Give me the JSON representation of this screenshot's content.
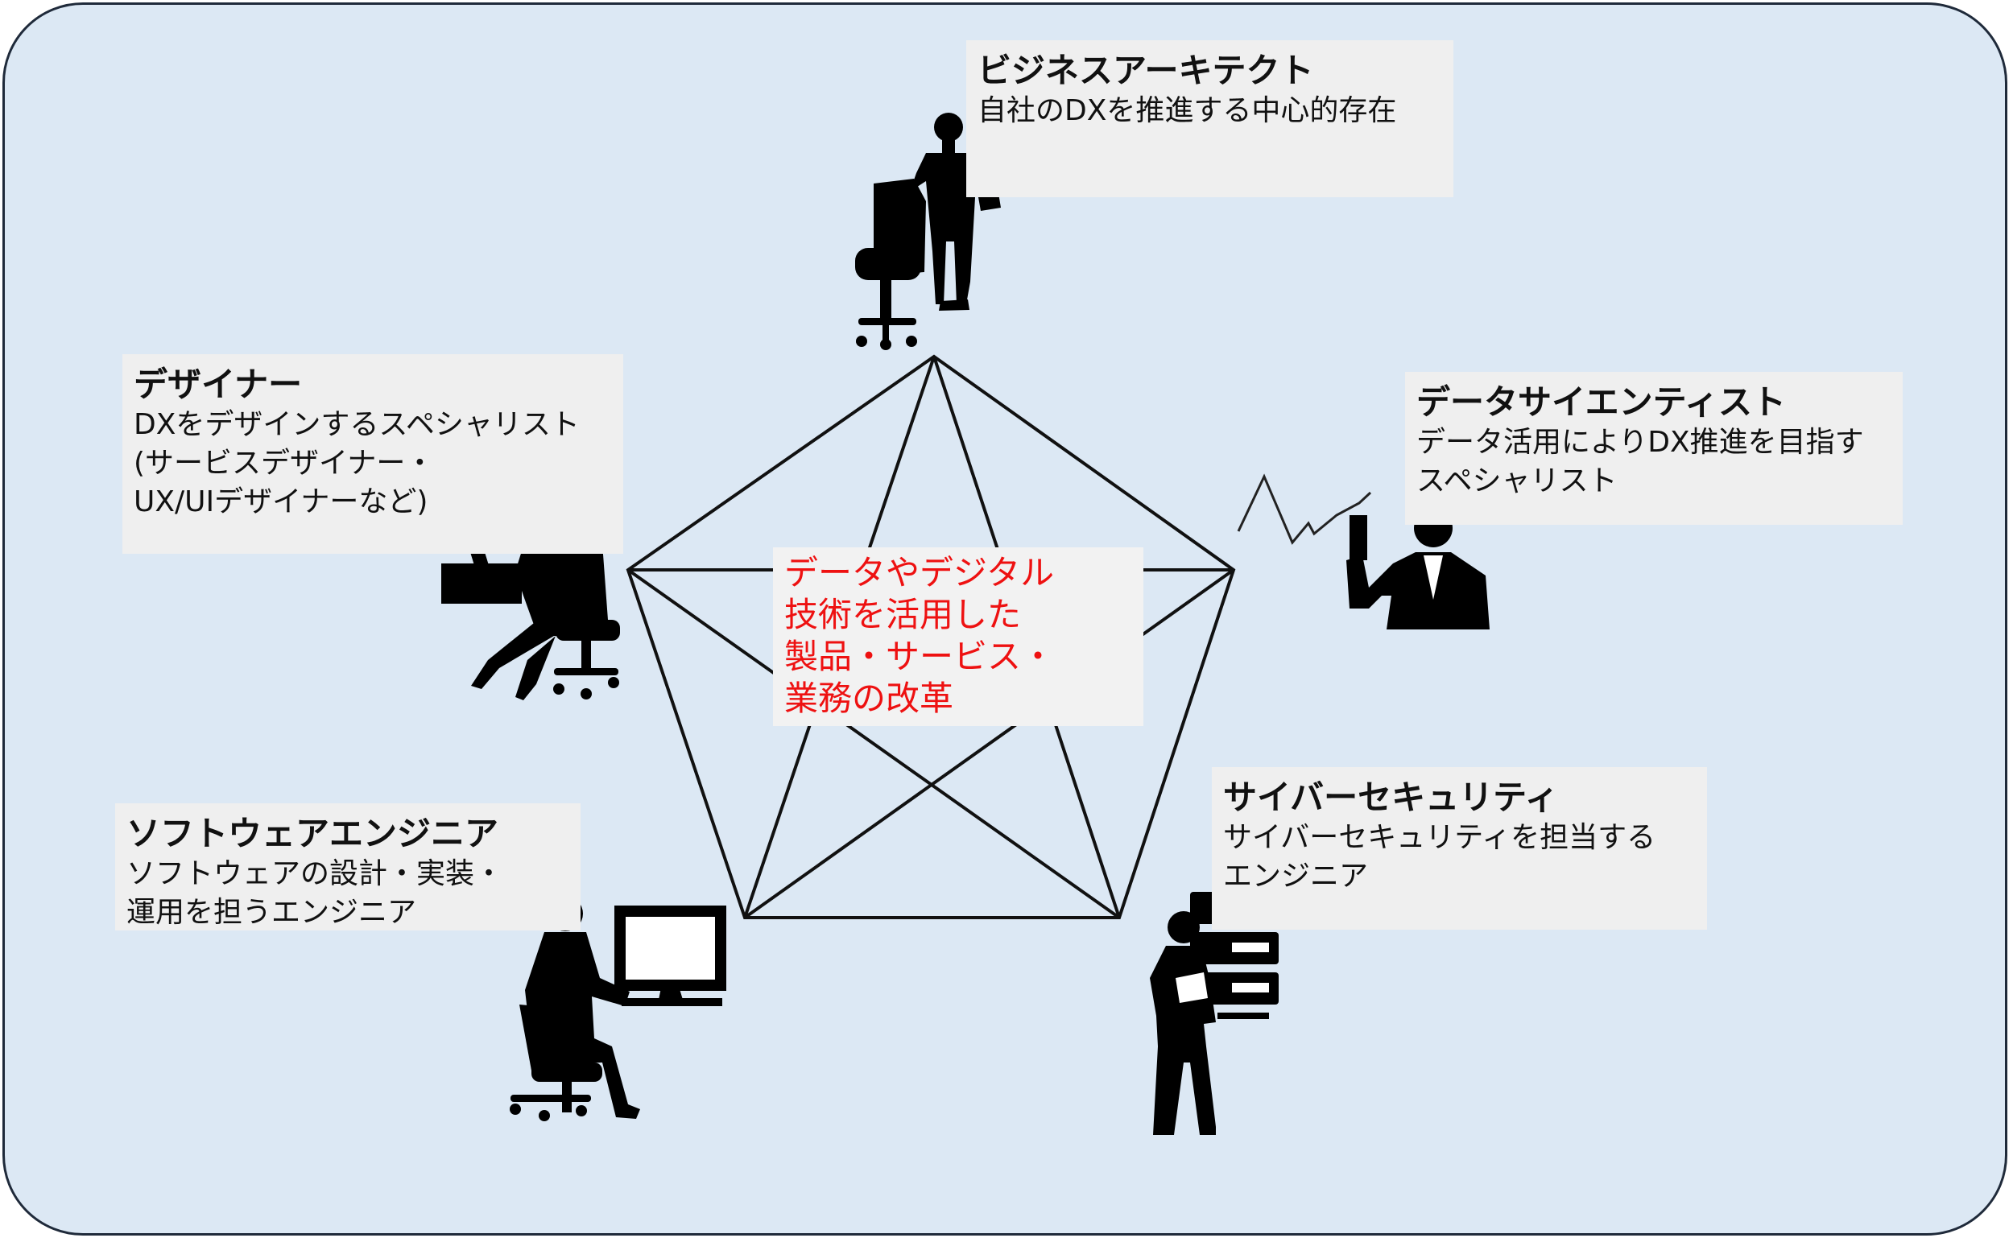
{
  "roles": {
    "architect": {
      "title": "ビジネスアーキテクト",
      "desc": [
        "自社のDXを推進する中心的存在"
      ],
      "icon": "business-architect-silhouette-icon"
    },
    "designer": {
      "title": "デザイナー",
      "desc": [
        "DXをデザインするスペシャリスト",
        "(サービスデザイナー・",
        "UX/UIデザイナーなど)"
      ],
      "icon": "designer-silhouette-icon"
    },
    "data_scientist": {
      "title": "データサイエンティスト",
      "desc": [
        "データ活用によりDX推進を目指す",
        "スペシャリスト"
      ],
      "icon": "data-scientist-silhouette-icon"
    },
    "software_engineer": {
      "title": "ソフトウェアエンジニア",
      "desc": [
        "ソフトウェアの設計・実装・",
        "運用を担うエンジニア"
      ],
      "icon": "software-engineer-silhouette-icon"
    },
    "security": {
      "title": "サイバーセキュリティ",
      "desc": [
        "サイバーセキュリティを担当する",
        "エンジニア"
      ],
      "icon": "cyber-security-silhouette-icon"
    }
  },
  "center": {
    "lines": [
      "データやデジタル",
      "技術を活用した",
      "製品・サービス・",
      "業務の改革"
    ],
    "color": "#ee1111"
  },
  "colors": {
    "background": "#dce8f4",
    "box": "#efefef",
    "lines": "#111111",
    "border": "#1f2a3a"
  }
}
